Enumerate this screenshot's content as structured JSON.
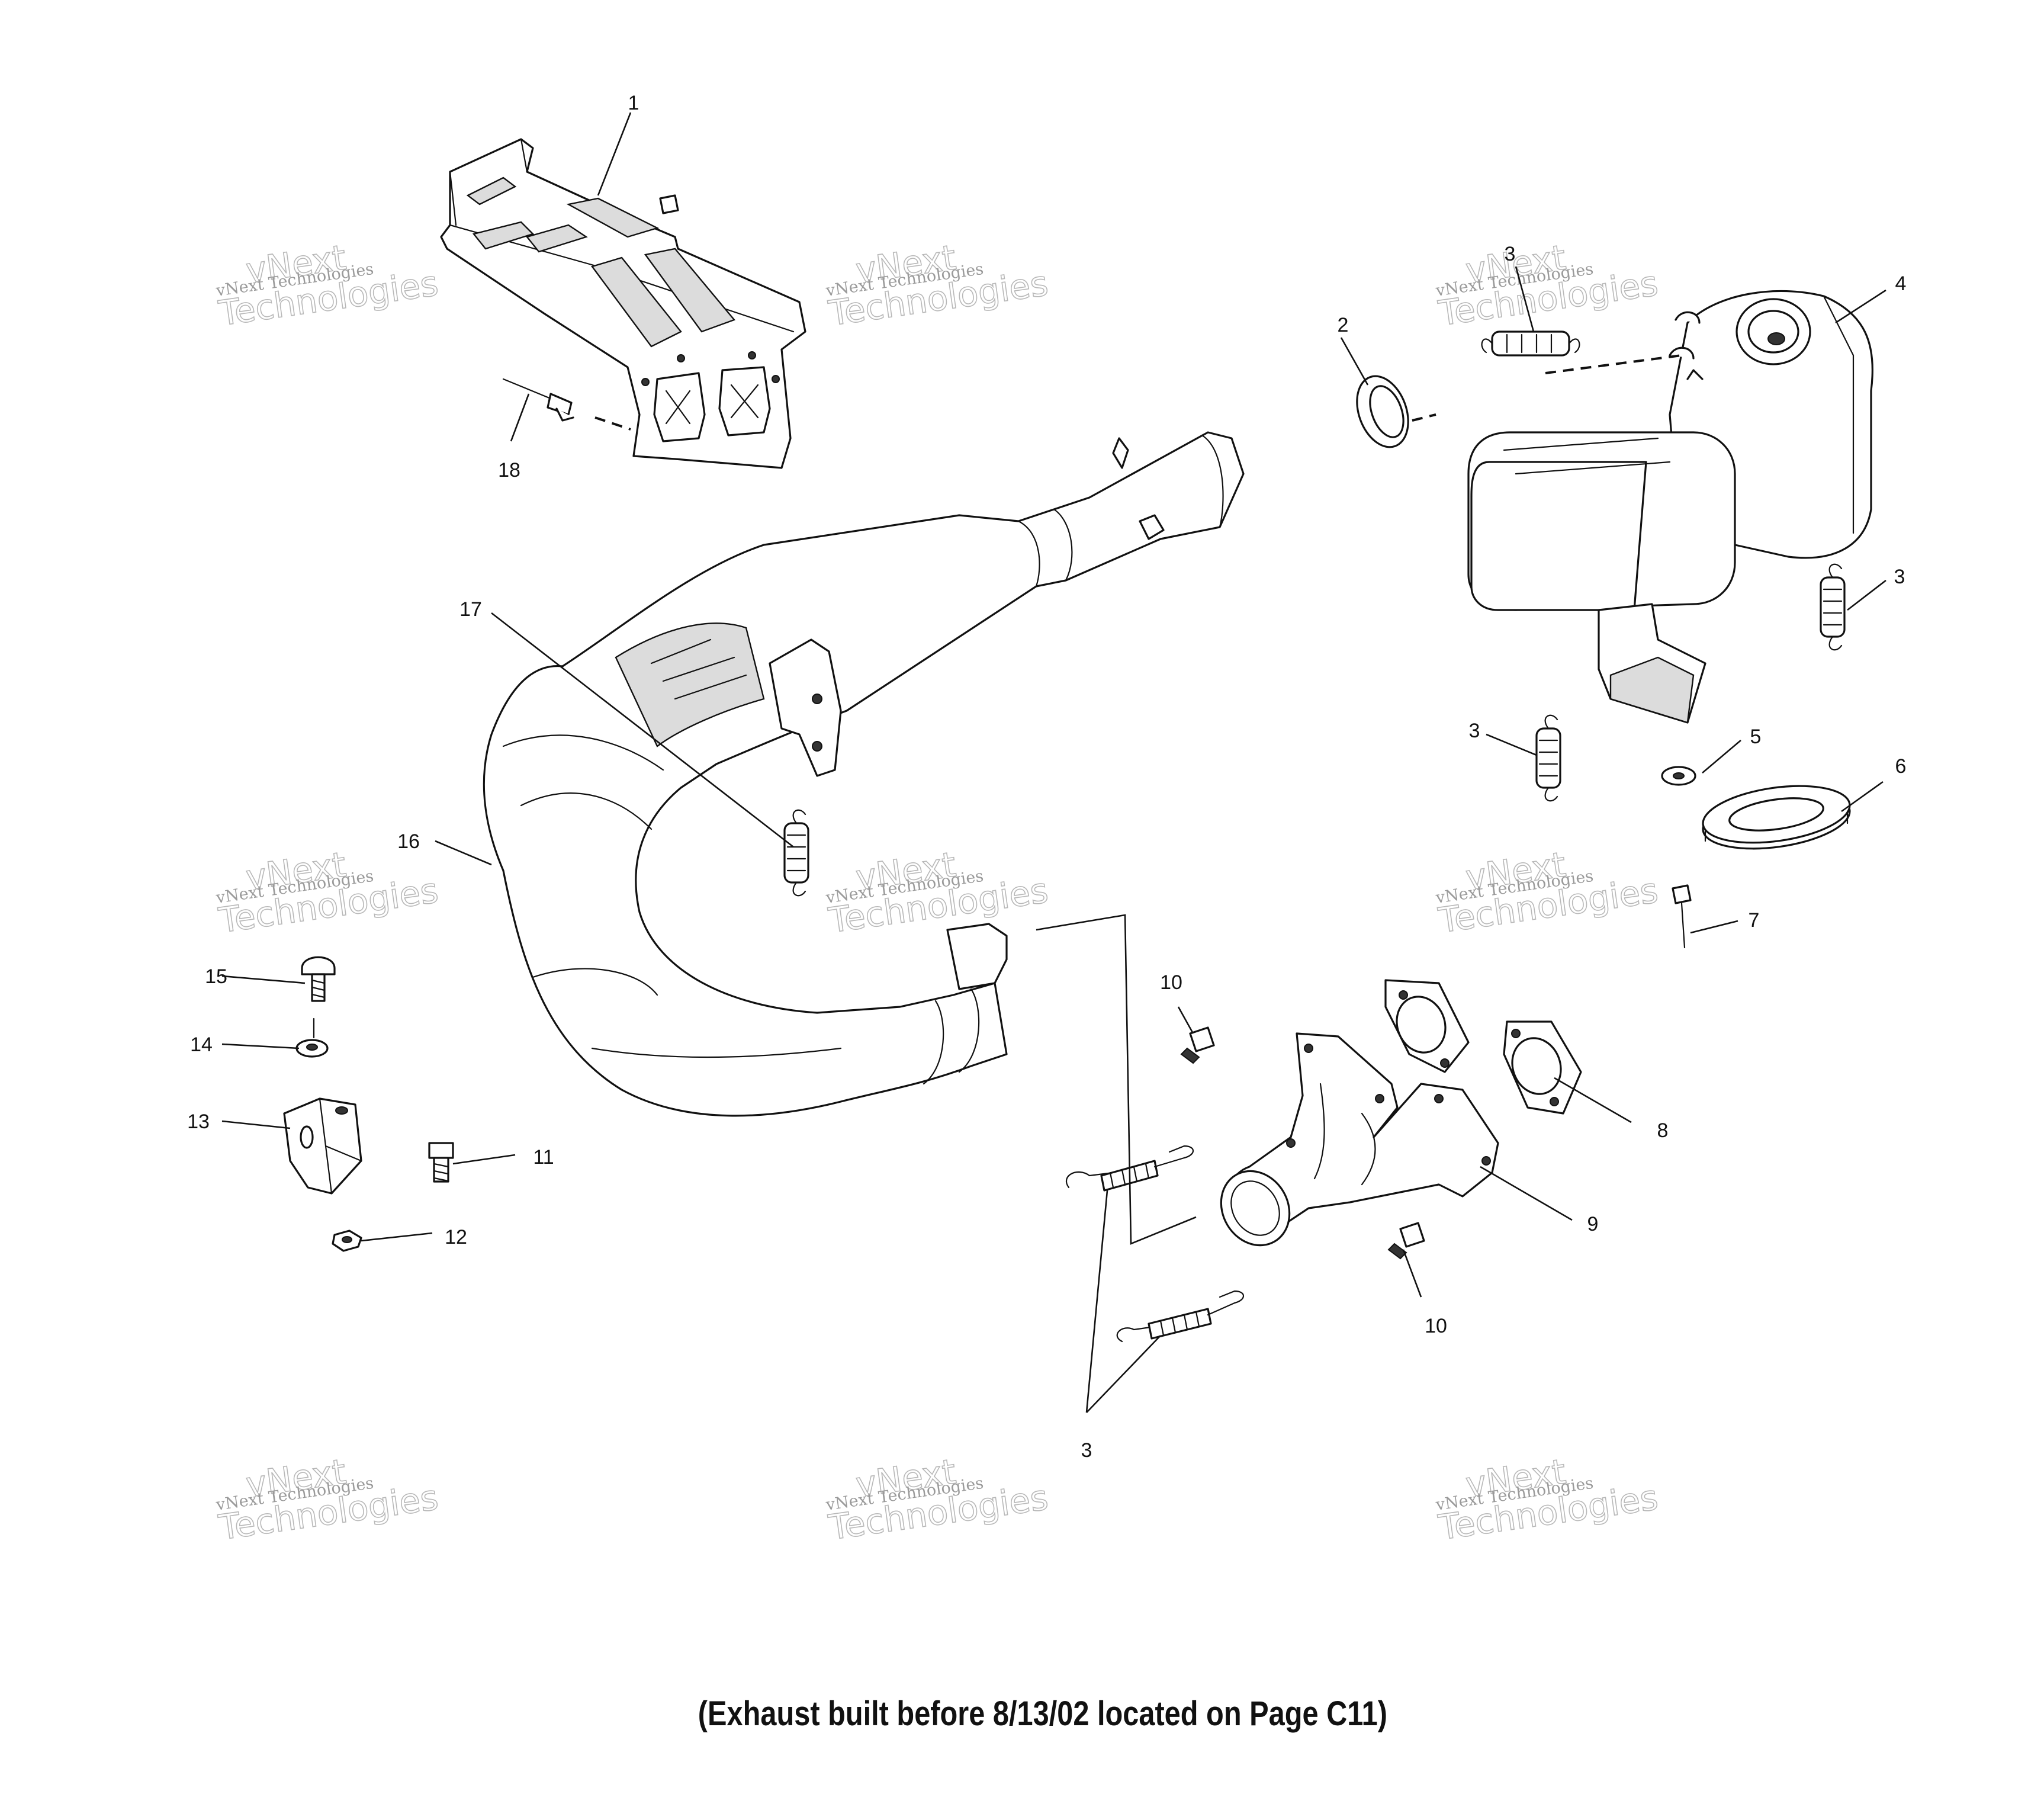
{
  "callouts": [
    {
      "id": "c1",
      "label": "1"
    },
    {
      "id": "c2",
      "label": "2"
    },
    {
      "id": "c3a",
      "label": "3"
    },
    {
      "id": "c3b",
      "label": "3"
    },
    {
      "id": "c3c",
      "label": "3"
    },
    {
      "id": "c3d",
      "label": "3"
    },
    {
      "id": "c4",
      "label": "4"
    },
    {
      "id": "c5",
      "label": "5"
    },
    {
      "id": "c6",
      "label": "6"
    },
    {
      "id": "c7",
      "label": "7"
    },
    {
      "id": "c8",
      "label": "8"
    },
    {
      "id": "c9",
      "label": "9"
    },
    {
      "id": "c10a",
      "label": "10"
    },
    {
      "id": "c10b",
      "label": "10"
    },
    {
      "id": "c11",
      "label": "11"
    },
    {
      "id": "c12",
      "label": "12"
    },
    {
      "id": "c13",
      "label": "13"
    },
    {
      "id": "c14",
      "label": "14"
    },
    {
      "id": "c15",
      "label": "15"
    },
    {
      "id": "c16",
      "label": "16"
    },
    {
      "id": "c17",
      "label": "17"
    },
    {
      "id": "c18",
      "label": "18"
    }
  ],
  "watermark": {
    "line1": "vNext Technologies",
    "line2": "vNext",
    "line3": "Technologies"
  },
  "caption": "(Exhaust built before 8/13/02 located on Page C11)"
}
